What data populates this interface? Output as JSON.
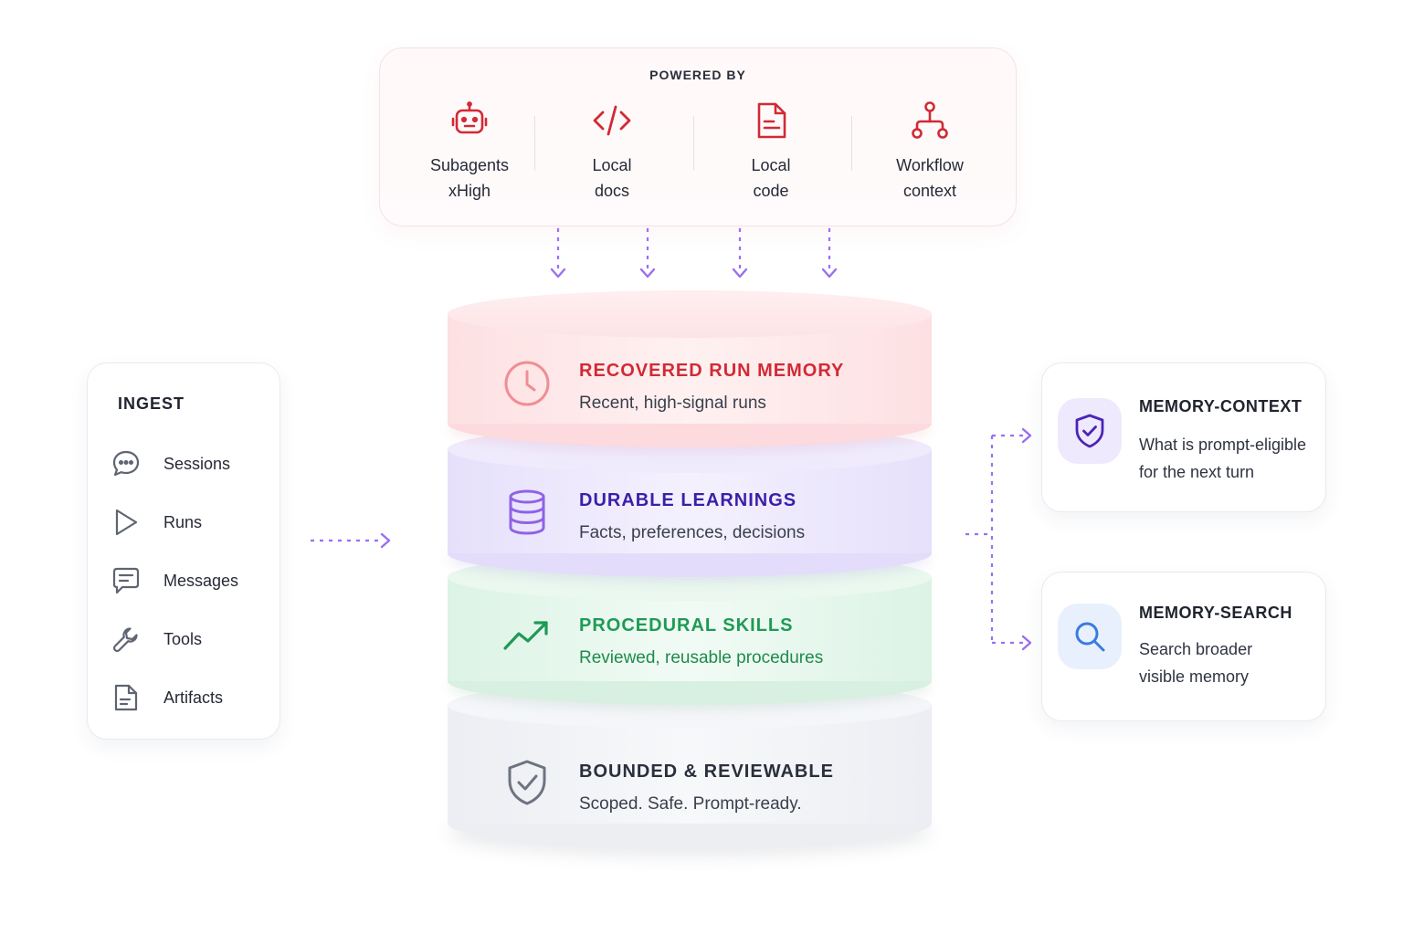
{
  "powered_by": {
    "title": "POWERED BY",
    "items": [
      {
        "line1": "Subagents",
        "line2": "xHigh",
        "icon": "robot-icon"
      },
      {
        "line1": "Local",
        "line2": "docs",
        "icon": "code-icon"
      },
      {
        "line1": "Local",
        "line2": "code",
        "icon": "document-icon"
      },
      {
        "line1": "Workflow",
        "line2": "context",
        "icon": "workflow-icon"
      }
    ]
  },
  "stack": {
    "layers": [
      {
        "title": "RECOVERED RUN MEMORY",
        "subtitle": "Recent, high-signal runs",
        "icon": "clock-icon",
        "color": "#d12a35"
      },
      {
        "title": "DURABLE LEARNINGS",
        "subtitle": "Facts, preferences, decisions",
        "icon": "database-icon",
        "color": "#3b1fa8"
      },
      {
        "title": "PROCEDURAL SKILLS",
        "subtitle": "Reviewed, reusable procedures",
        "icon": "trending-up-icon",
        "color": "#1f9a55"
      },
      {
        "title": "BOUNDED & REVIEWABLE",
        "subtitle": "Scoped. Safe. Prompt-ready.",
        "icon": "shield-check-icon",
        "color": "#2a2f3c"
      }
    ]
  },
  "ingest": {
    "title": "INGEST",
    "items": [
      {
        "label": "Sessions",
        "icon": "chat-bubble-icon"
      },
      {
        "label": "Runs",
        "icon": "play-icon"
      },
      {
        "label": "Messages",
        "icon": "message-icon"
      },
      {
        "label": "Tools",
        "icon": "wrench-icon"
      },
      {
        "label": "Artifacts",
        "icon": "file-icon"
      }
    ]
  },
  "outputs": {
    "memory_context": {
      "title": "MEMORY-CONTEXT",
      "line1": "What is prompt-eligible",
      "line2": "for the next turn",
      "icon": "shield-check-icon"
    },
    "memory_search": {
      "title": "MEMORY-SEARCH",
      "line1": "Search broader",
      "line2": "visible memory",
      "icon": "search-icon"
    }
  },
  "colors": {
    "accent_red": "#d12a35",
    "accent_purple": "#8f63e6",
    "accent_green": "#1f9a55",
    "accent_blue": "#3a7be0"
  }
}
